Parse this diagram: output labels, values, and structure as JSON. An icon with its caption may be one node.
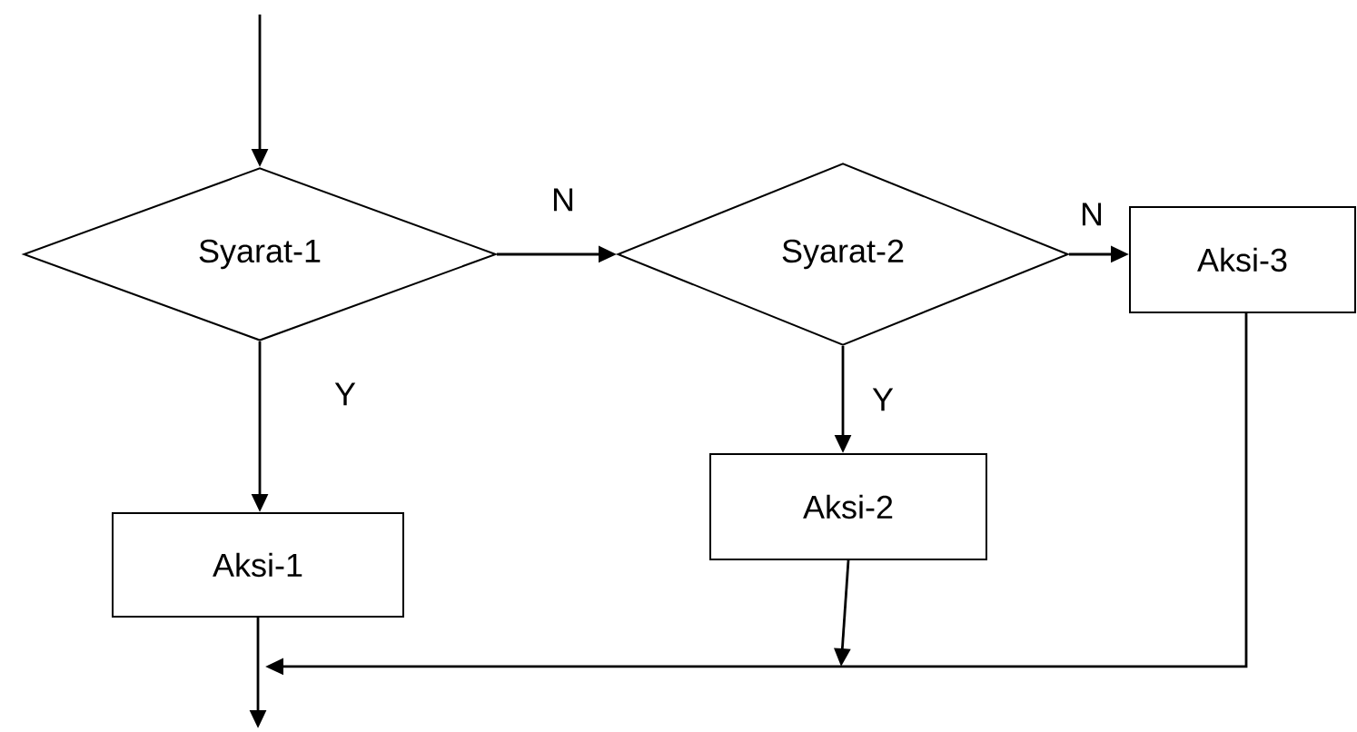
{
  "diagram": {
    "nodes": [
      {
        "text": [
          "Syarat-1"
        ]
      },
      {
        "text": [
          "Syarat-2"
        ]
      },
      {
        "text": [
          "Aksi-3"
        ]
      },
      {
        "text": [
          "Aksi-2"
        ]
      },
      {
        "text": [
          "Aksi-1"
        ]
      }
    ],
    "edges": [
      {
        "from": null,
        "to": 0,
        "arrow": "to"
      },
      {
        "from": 0,
        "to": 1,
        "label": "N",
        "arrow": "to"
      },
      {
        "from": 1,
        "to": 2,
        "label": "N",
        "arrow": "to"
      },
      {
        "from": 1,
        "to": 3,
        "label": "Y",
        "arrow": "to"
      },
      {
        "from": 0,
        "to": 4,
        "label": "Y",
        "arrow": "to"
      },
      {
        "from": 4,
        "to": null,
        "arrow": "to"
      },
      {
        "from": 3,
        "to": null,
        "arrow": "to"
      },
      {
        "from": 2,
        "to": null,
        "arrow": "to"
      }
    ]
  }
}
